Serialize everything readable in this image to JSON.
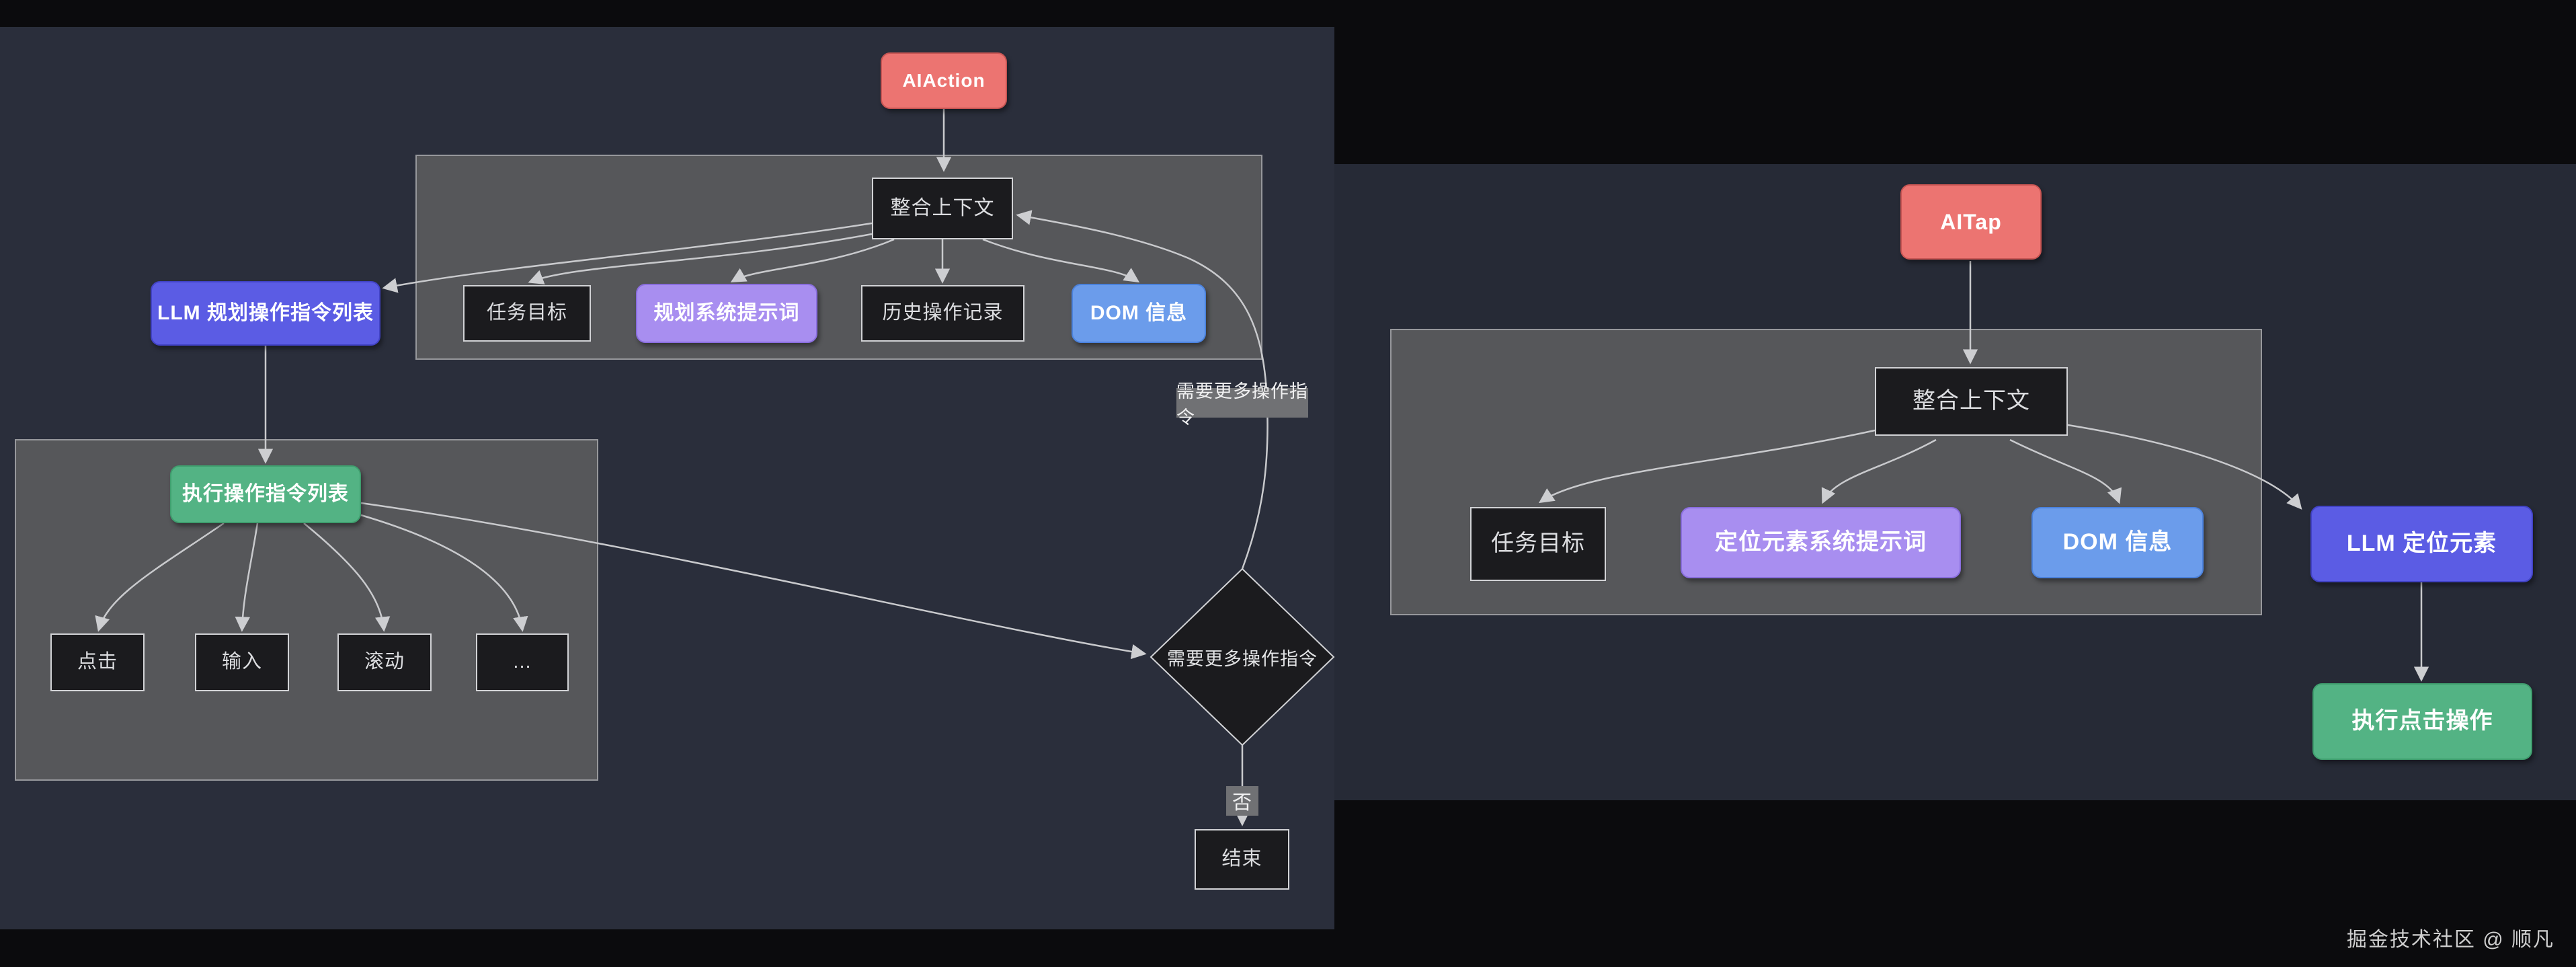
{
  "watermark": "掘金技术社区 @ 顺凡",
  "left_flow": {
    "nodes": {
      "aiaction": "AIAction",
      "merge_context": "整合上下文",
      "llm_plan": "LLM 规划操作指令列表",
      "task_goal": "任务目标",
      "plan_prompt": "规划系统提示词",
      "history": "历史操作记录",
      "dom_info": "DOM 信息",
      "exec_list": "执行操作指令列表",
      "click": "点击",
      "input": "输入",
      "scroll": "滚动",
      "more": "...",
      "need_more_decision": "需要更多操作指令",
      "end": "结束"
    },
    "edge_labels": {
      "need_more": "需要更多操作指令",
      "no": "否"
    },
    "edges": [
      {
        "from": "AIAction",
        "to": "整合上下文"
      },
      {
        "from": "整合上下文",
        "to": "LLM 规划操作指令列表"
      },
      {
        "from": "整合上下文",
        "to": "任务目标"
      },
      {
        "from": "整合上下文",
        "to": "规划系统提示词"
      },
      {
        "from": "整合上下文",
        "to": "历史操作记录"
      },
      {
        "from": "整合上下文",
        "to": "DOM 信息"
      },
      {
        "from": "LLM 规划操作指令列表",
        "to": "执行操作指令列表"
      },
      {
        "from": "执行操作指令列表",
        "to": "点击"
      },
      {
        "from": "执行操作指令列表",
        "to": "输入"
      },
      {
        "from": "执行操作指令列表",
        "to": "滚动"
      },
      {
        "from": "执行操作指令列表",
        "to": "..."
      },
      {
        "from": "执行操作指令列表",
        "to": "需要更多操作指令"
      },
      {
        "from": "需要更多操作指令",
        "to": "整合上下文",
        "label": "需要更多操作指令"
      },
      {
        "from": "需要更多操作指令",
        "to": "结束",
        "label": "否"
      }
    ]
  },
  "right_flow": {
    "nodes": {
      "aitap": "AITap",
      "merge_context": "整合上下文",
      "task_goal": "任务目标",
      "locate_prompt": "定位元素系统提示词",
      "dom_info": "DOM 信息",
      "llm_locate": "LLM 定位元素",
      "exec_tap": "执行点击操作"
    },
    "edges": [
      {
        "from": "AITap",
        "to": "整合上下文"
      },
      {
        "from": "整合上下文",
        "to": "任务目标"
      },
      {
        "from": "整合上下文",
        "to": "定位元素系统提示词"
      },
      {
        "from": "整合上下文",
        "to": "DOM 信息"
      },
      {
        "from": "整合上下文",
        "to": "LLM 定位元素"
      },
      {
        "from": "LLM 定位元素",
        "to": "执行点击操作"
      }
    ]
  },
  "colors": {
    "background_black": "#0b0b0d",
    "panel_left_navy": "#2a2e3b",
    "panel_right_navy": "#262a36",
    "subgraph_gray": "#56575a",
    "dark_node": "#1b1b1e",
    "red_node": "#ec7471",
    "indigo_node": "#5b5ce4",
    "purple_node": "#a88ef0",
    "blue_node": "#6b9ceb",
    "green_node": "#53b384",
    "edge_line": "#c9cacd",
    "edge_label_bg": "#707174"
  }
}
